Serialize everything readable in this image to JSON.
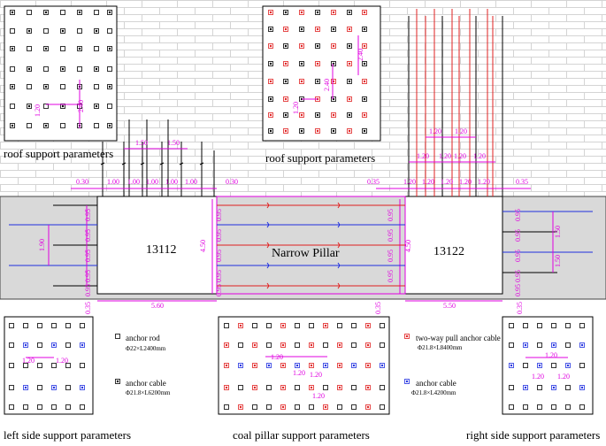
{
  "colors": {
    "magenta": "#e000e0",
    "red_cable": "#e02020",
    "blue_cable": "#2030e0",
    "rock_fill": "#d9d9d9",
    "brick_line": "#cfcfcf"
  },
  "captions": {
    "roof_left": "roof support parameters",
    "roof_right": "roof support parameters",
    "left_side": "left side support parameters",
    "coal_pillar": "coal pillar support parameters",
    "right_side": "right side support parameters"
  },
  "rooms": {
    "left": "13112",
    "middle": "Narrow Pillar",
    "right": "13122"
  },
  "legend": {
    "anchor_rod": "anchor rod",
    "anchor_rod_spec": "Φ22×L2400mm",
    "anchor_cable": "anchor cable",
    "anchor_cable_spec": "Φ21.8×L6200mm",
    "two_way_cable": "two-way pull anchor cable",
    "two_way_cable_spec": "Φ21.8×L8400mm",
    "anchor_cable2": "anchor cable",
    "anchor_cable2_spec": "Φ21.8×L4200mm"
  },
  "dims": {
    "roof_left_row": [
      "0.30",
      "1.00",
      "1.00",
      "1.00",
      "1.00",
      "1.00",
      "0.30"
    ],
    "roof_left_top": [
      "1.50",
      "1.50"
    ],
    "roof_right_row": [
      "0.35",
      "1.20",
      "1.20",
      "1.20",
      "1.20",
      "1.20",
      "0.35"
    ],
    "roof_right_mid": [
      "1.20",
      "1.20",
      "1.20",
      "1.20"
    ],
    "roof_right_top": [
      "1.20",
      "1.20"
    ],
    "inset_left": [
      "1.20",
      "2.40"
    ],
    "inset_right": [
      "1.20",
      "2.40",
      "2.40"
    ],
    "left_wall": [
      "0.95",
      "0.95",
      "0.95",
      "0.95",
      "0.95"
    ],
    "left_wall_span": "1.90",
    "height": "4.50",
    "pillar_left_wall": [
      "0.95",
      "0.95",
      "0.95",
      "0.95",
      "0.95"
    ],
    "pillar_right_wall": [
      "0.95",
      "0.95",
      "0.95",
      "0.95"
    ],
    "right_height": "4.50",
    "right_wall": [
      "0.95",
      "0.95",
      "0.95",
      "0.95",
      "0.95"
    ],
    "right_wall_span": [
      "1.50",
      "1.50"
    ],
    "width_left": "5.60",
    "width_right": "5.50",
    "floor_left": "0.35",
    "floor_mid": "0.35",
    "floor_right": "0.35",
    "panel_left": [
      "1.20",
      "1.20"
    ],
    "panel_pillar": [
      "1.20",
      "1.20",
      "1.20",
      "1.20"
    ],
    "panel_right": [
      "1.20",
      "1.20",
      "1.20"
    ]
  }
}
